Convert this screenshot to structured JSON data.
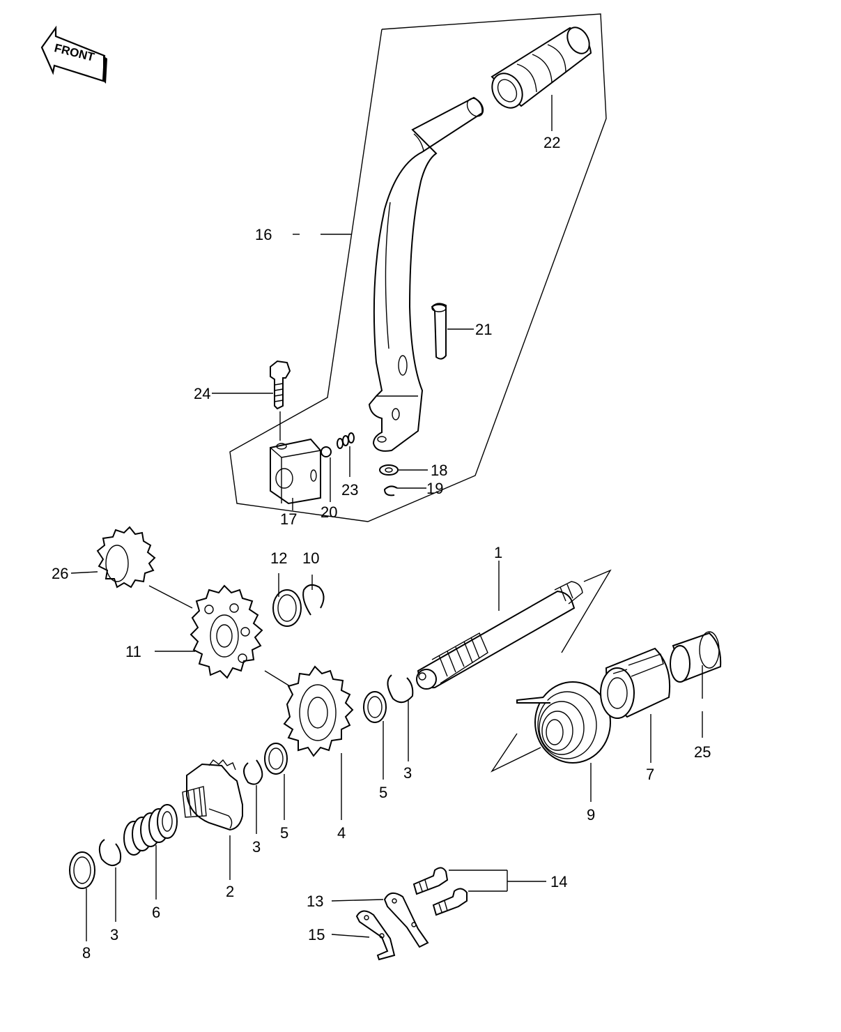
{
  "front_arrow": {
    "text": "FRONT"
  },
  "labels": {
    "p1": "1",
    "p2": "2",
    "p3a": "3",
    "p3b": "3",
    "p3c": "3",
    "p4": "4",
    "p5a": "5",
    "p5b": "5",
    "p6": "6",
    "p7": "7",
    "p8": "8",
    "p9": "9",
    "p10": "10",
    "p11": "11",
    "p12": "12",
    "p13": "13",
    "p14": "14",
    "p15": "15",
    "p16": "16",
    "p17": "17",
    "p18": "18",
    "p19": "19",
    "p20": "20",
    "p21": "21",
    "p22": "22",
    "p23": "23",
    "p24": "24",
    "p25": "25",
    "p26": "26"
  }
}
